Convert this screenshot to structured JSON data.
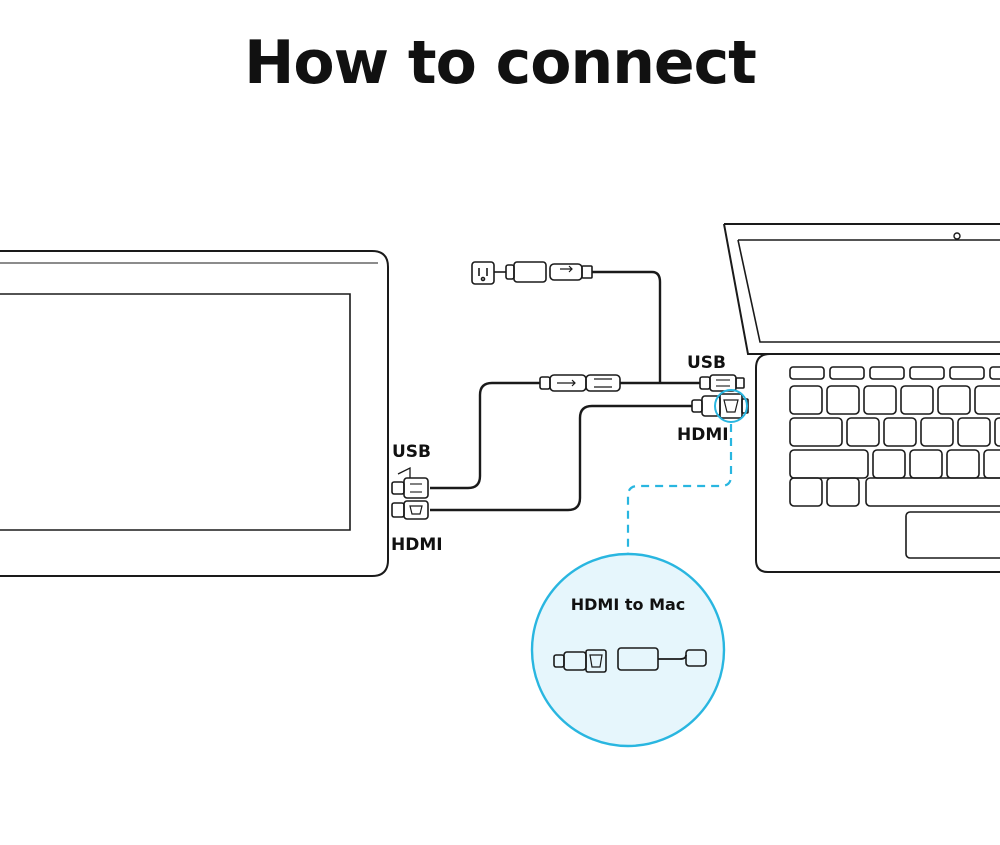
{
  "title": "How to connect",
  "labels": {
    "monitor_usb": "USB",
    "monitor_hdmi": "HDMI",
    "laptop_usb": "USB",
    "laptop_hdmi": "HDMI",
    "callout_title": "HDMI to Mac"
  },
  "colors": {
    "line": "#1a1a1a",
    "accent": "#29b6e0",
    "callout_fill": "#e6f6fc"
  },
  "icons": [
    "power-outlet-icon",
    "power-adapter-icon",
    "usb-plug-icon",
    "hdmi-plug-icon",
    "hdmi-adapter-icon"
  ]
}
